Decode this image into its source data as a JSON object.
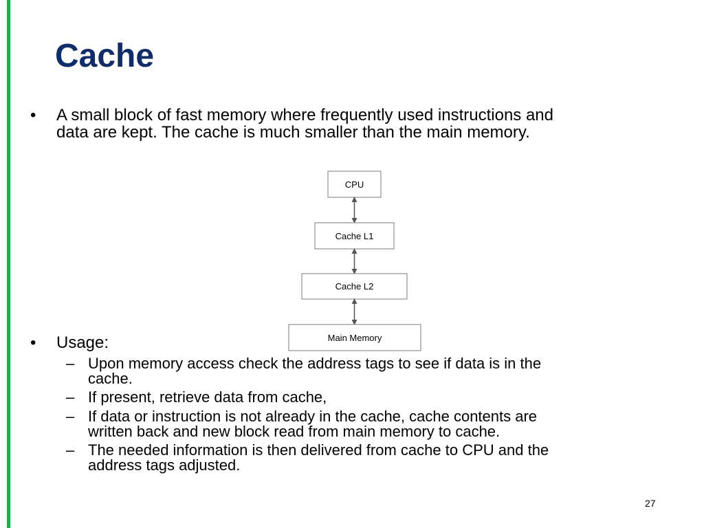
{
  "slide": {
    "title": "Cache",
    "page_number": "27",
    "accent_color": "#1fae4f",
    "title_color": "#0f2d6b"
  },
  "bullets": [
    {
      "marker": "•",
      "lines": [
        "A small block of fast memory where frequently used instructions and",
        "data are kept. The cache is much smaller than the main memory."
      ]
    },
    {
      "marker": "•",
      "lines": [
        "Usage:"
      ],
      "sub_items": [
        {
          "marker": "–",
          "lines": [
            "Upon memory access check the address tags to see if data is in the",
            "cache."
          ]
        },
        {
          "marker": "–",
          "lines": [
            "If present, retrieve data from cache,"
          ]
        },
        {
          "marker": "–",
          "lines": [
            "If data or instruction is not already in the cache, cache contents are",
            "written back and new block read from main memory to cache."
          ]
        },
        {
          "marker": "–",
          "lines": [
            "The needed information is then delivered from cache to CPU and the",
            "address tags adjusted."
          ]
        }
      ]
    }
  ],
  "diagram": {
    "nodes": [
      "CPU",
      "Cache L1",
      "Cache L2",
      "Main Memory"
    ],
    "connections": [
      {
        "from": "CPU",
        "to": "Cache L1",
        "direction": "bidirectional"
      },
      {
        "from": "Cache L1",
        "to": "Cache L2",
        "direction": "bidirectional"
      },
      {
        "from": "Cache L2",
        "to": "Main Memory",
        "direction": "bidirectional"
      }
    ]
  }
}
